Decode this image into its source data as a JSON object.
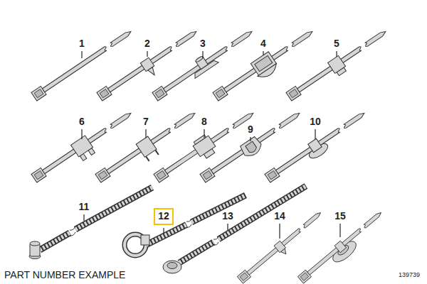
{
  "diagram": {
    "nodes": [
      {
        "text": [
          "12"
        ]
      }
    ],
    "labels": [
      "1",
      "2",
      "3",
      "4",
      "5",
      "6",
      "7",
      "8",
      "9",
      "10",
      "11",
      "13",
      "14",
      "15",
      "PART NUMBER EXAMPLE",
      "139739"
    ]
  }
}
